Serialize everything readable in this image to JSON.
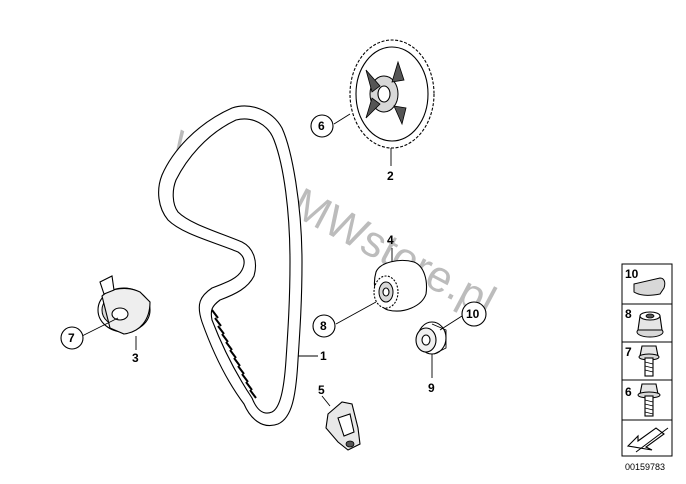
{
  "watermark": "www.BMWstore.pl",
  "callouts": {
    "belt": "1",
    "camshaft_sprocket": "2",
    "tensioner": "3",
    "idler": "4",
    "bracket": "5",
    "circle_sprocket": "6",
    "circle_tensioner": "7",
    "circle_idler": "8",
    "washer": "9",
    "circle_washer": "10"
  },
  "legend": {
    "items": [
      {
        "number": "10",
        "icon": "key-icon"
      },
      {
        "number": "8",
        "icon": "flange-nut-icon"
      },
      {
        "number": "7",
        "icon": "bolt-icon"
      },
      {
        "number": "6",
        "icon": "bolt-icon"
      }
    ],
    "arrow_icon": "arrow-icon"
  },
  "reference_number": "00159783"
}
